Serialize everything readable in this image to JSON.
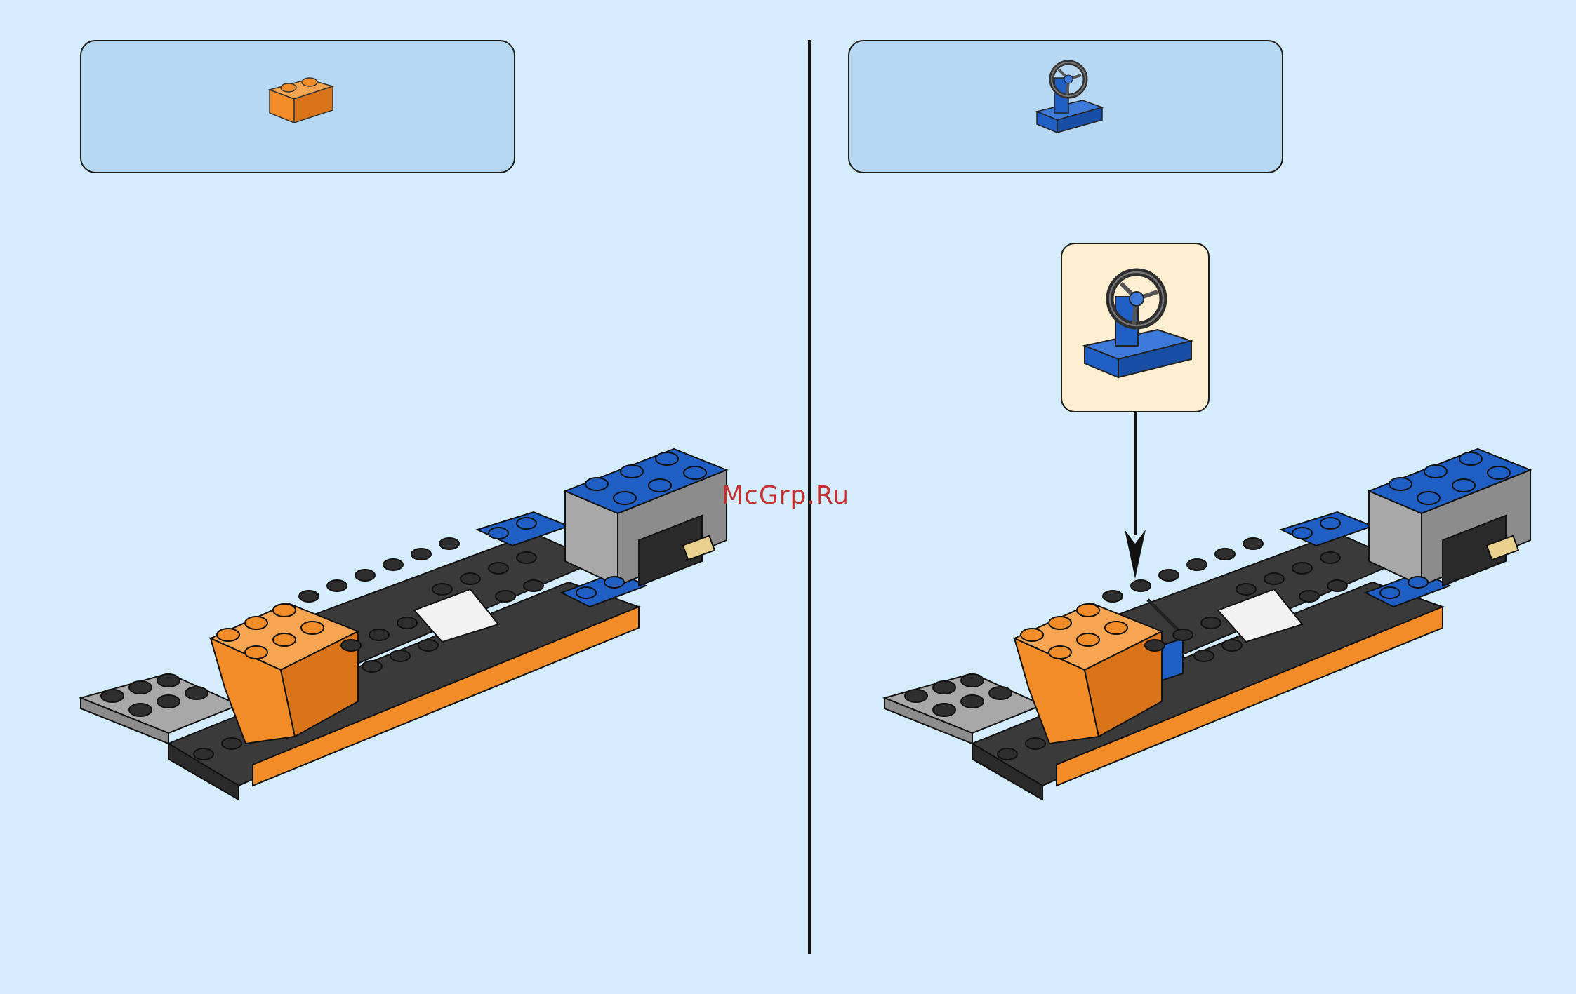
{
  "watermark": {
    "text": "McGrp.Ru"
  },
  "colors": {
    "background": "#d4ecfb",
    "parts_box": "#b6d8f2",
    "callout": "#fdefcf",
    "orange": "#f28c28",
    "blue": "#1f5fc4",
    "dark_gray": "#3a3a3a",
    "light_gray": "#a8a8a8",
    "tan": "#e9d28f"
  },
  "steps": [
    {
      "parts": [
        {
          "icon": "orange-1x2-brick-icon",
          "count": 1
        }
      ]
    },
    {
      "parts": [
        {
          "icon": "steering-wheel-stand-icon",
          "count": 1
        }
      ],
      "callout": {
        "icon": "steering-wheel-stand-icon"
      }
    }
  ]
}
